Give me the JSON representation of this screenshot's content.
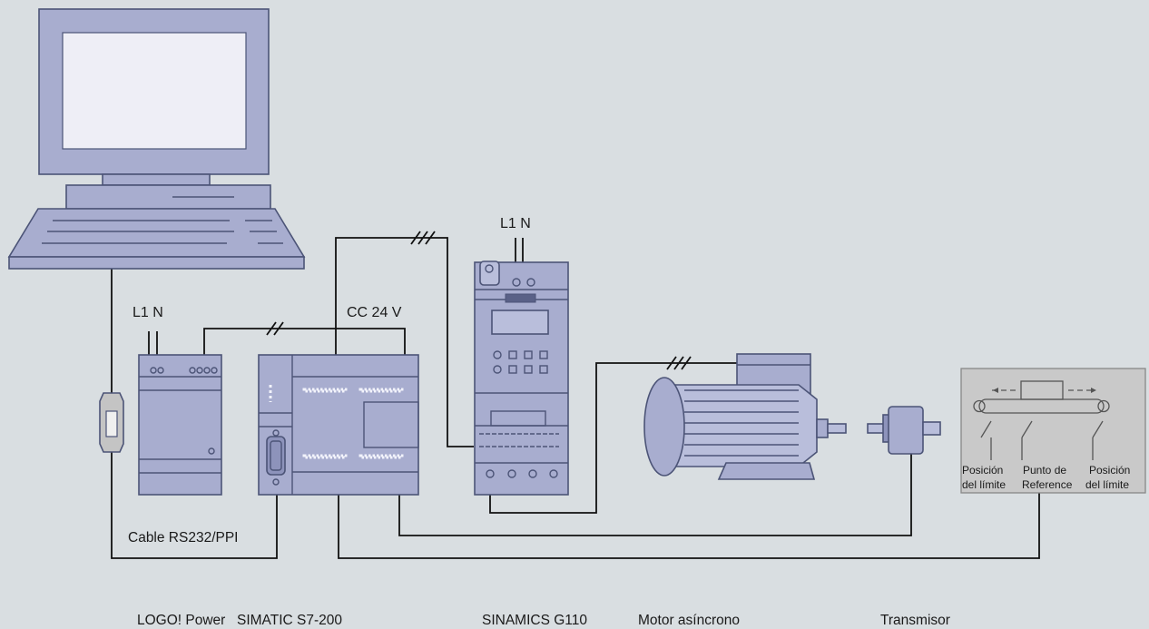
{
  "labels": {
    "logo_power": "LOGO! Power",
    "simatic": "SIMATIC S7-200",
    "sinamics": "SINAMICS G110",
    "motor": "Motor asíncrono",
    "transmisor": "Transmisor",
    "cable": "Cable RS232/PPI",
    "cc24": "CC 24 V",
    "l1n_left": "L1 N",
    "l1n_right": "L1 N",
    "pos_left_1": "Posición",
    "pos_left_2": "del límite",
    "punto_1": "Punto de",
    "punto_2": "Reference",
    "pos_right_1": "Posición",
    "pos_right_2": "del límite"
  },
  "colors": {
    "background": "#d9dee1",
    "device_fill": "#a8adcf",
    "device_stroke": "#4c5477",
    "wire": "#111111",
    "screen": "#eeeef6",
    "encoder_box": "#c9c9c9"
  }
}
